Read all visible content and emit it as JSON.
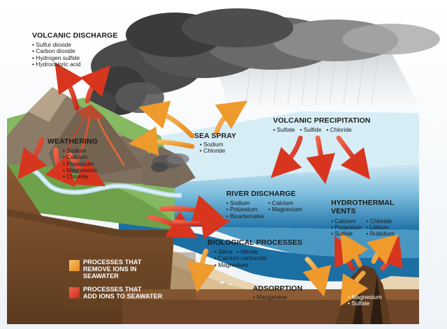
{
  "labels": {
    "volcanic_discharge": {
      "title": "VOLCANIC DISCHARGE",
      "items": [
        "Sulfur dioxide",
        "Carbon dioxide",
        "Hydrogen sulfide",
        "Hydrochloric acid"
      ]
    },
    "weathering": {
      "title": "WEATHERING",
      "items": [
        "Sodium",
        "Calcium",
        "Potassium",
        "Magnesium",
        "Chloride"
      ]
    },
    "sea_spray": {
      "title": "SEA SPRAY",
      "items": [
        "Sodium",
        "Chloride"
      ]
    },
    "volcanic_precipitation": {
      "title": "VOLCANIC PRECIPITATION",
      "items": [
        "Sulfate",
        "Sulfide",
        "Chloride"
      ]
    },
    "river_discharge": {
      "title": "RIVER DISCHARGE",
      "items": [
        "Sodium",
        "Calcium",
        "Potassium",
        "Magnesium",
        "Bicarbonates"
      ]
    },
    "hydrothermal_vents": {
      "title_line1": "HYDROTHERMAL",
      "title_line2": "VENTS",
      "items_col1": [
        "Calcium",
        "Potassium",
        "Sulfide"
      ],
      "items_col2": [
        "Chloride",
        "Lithium",
        "Rubidium"
      ],
      "items_bottom": [
        "Magnesium",
        "Sulfate"
      ]
    },
    "biological_processes": {
      "title": "BIOLOGICAL PROCESSES",
      "items": [
        "Silica",
        "Nitrate",
        "Calcium carbonate",
        "Magnesium"
      ]
    },
    "adsorption": {
      "title": "ADSORPTION",
      "items": [
        "Manganese"
      ]
    }
  },
  "legend": {
    "remove": {
      "line1": "PROCESSES THAT",
      "line2": "REMOVE IONS IN",
      "line3": "SEAWATER",
      "color": "#f2a93b"
    },
    "add": {
      "line1": "PROCESSES THAT",
      "line2": "ADD IONS TO SEAWATER",
      "color": "#e0442c"
    }
  },
  "colors": {
    "ocean_surface": "#bfe1ef",
    "ocean_deep": "#1f7fb4",
    "land_green": "#8fbf6a",
    "mountain": "#8a7c6a",
    "soil": "#7a4e2c",
    "seafloor": "#e9d8b7",
    "smoke": "#3d3d3d",
    "add_arrow": "#e0442c",
    "remove_arrow": "#f2a93b"
  }
}
